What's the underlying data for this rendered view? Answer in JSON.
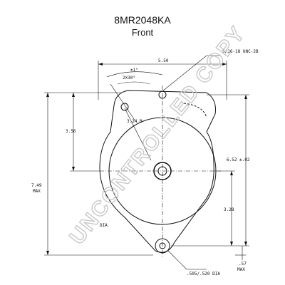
{
  "header": {
    "part_number": "8MR2048KA",
    "view": "Front"
  },
  "dimensions": {
    "width_top": "5.50",
    "angle_small": "±1°",
    "angle_main": "2X30°",
    "radius": "3.24 R",
    "left_height": "3.56",
    "center_height": "6.52 ±.02",
    "lower_height": "3.28",
    "overall_height": "7.49",
    "overall_height_max": "MAX",
    "bottom_offset": ".57",
    "bottom_offset_max": "MAX",
    "bolt_thread": "5/16-18 UNC-2B",
    "hole_dia_left": "DIA",
    "hole_dia_bottom": ".505/.520 DIA"
  },
  "watermark": "UNCONTROLLED COPY",
  "colors": {
    "line": "#111111",
    "watermark": "#c9c9c9"
  }
}
